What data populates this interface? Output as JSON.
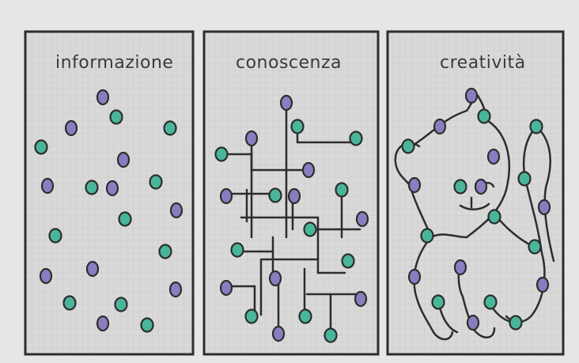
{
  "colors": {
    "background": "#e6e6e4",
    "panel_fill": "#d9d9d9",
    "grid": "#c8c8c8",
    "ink": "#2d2d2d",
    "dot_green": "#49b59a",
    "dot_purple": "#8b7cc0"
  },
  "panels": [
    {
      "id": "informazione",
      "title": "informazione"
    },
    {
      "id": "conoscenza",
      "title": "conoscenza"
    },
    {
      "id": "creativita",
      "title": "creatività"
    }
  ]
}
